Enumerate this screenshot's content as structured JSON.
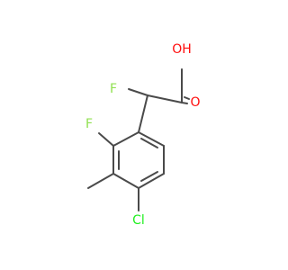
{
  "structure": {
    "atoms": {
      "oh": {
        "text": "OH",
        "color": "#ff0d0d"
      },
      "o": {
        "text": "O",
        "color": "#ff0d0d"
      },
      "f_alpha": {
        "text": "F",
        "color": "#90e050"
      },
      "f_ring": {
        "text": "F",
        "color": "#90e050"
      },
      "cl": {
        "text": "Cl",
        "color": "#1ff01f"
      }
    },
    "bond_color": "#4a4a4a"
  }
}
